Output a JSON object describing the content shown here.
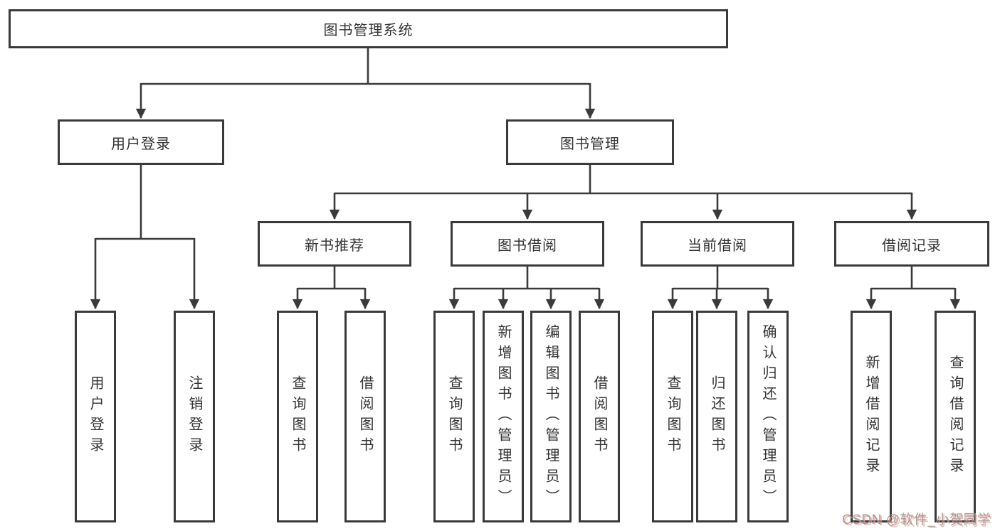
{
  "diagram": {
    "root": {
      "label": "图书管理系统"
    },
    "branches": [
      {
        "label": "用户登录",
        "children": [
          {
            "label": "用户登录"
          },
          {
            "label": "注销登录"
          }
        ]
      },
      {
        "label": "图书管理",
        "children": [
          {
            "label": "新书推荐",
            "children": [
              {
                "label": "查询图书"
              },
              {
                "label": "借阅图书"
              }
            ]
          },
          {
            "label": "图书借阅",
            "children": [
              {
                "label": "查询图书"
              },
              {
                "label": "新增图书（管理员）"
              },
              {
                "label": "编辑图书（管理员）"
              },
              {
                "label": "借阅图书"
              }
            ]
          },
          {
            "label": "当前借阅",
            "children": [
              {
                "label": "查询图书"
              },
              {
                "label": "归还图书"
              },
              {
                "label": "确认归还（管理员）"
              }
            ]
          },
          {
            "label": "借阅记录",
            "children": [
              {
                "label": "新增借阅记录"
              },
              {
                "label": "查询借阅记录"
              }
            ]
          }
        ]
      }
    ]
  },
  "colors": {
    "line": "#3a3a3a",
    "text": "#333333",
    "watermark_gray": "#969696",
    "watermark_pink": "#f7968a"
  },
  "watermark": {
    "text": "CSDN @软件_小贺同学"
  }
}
